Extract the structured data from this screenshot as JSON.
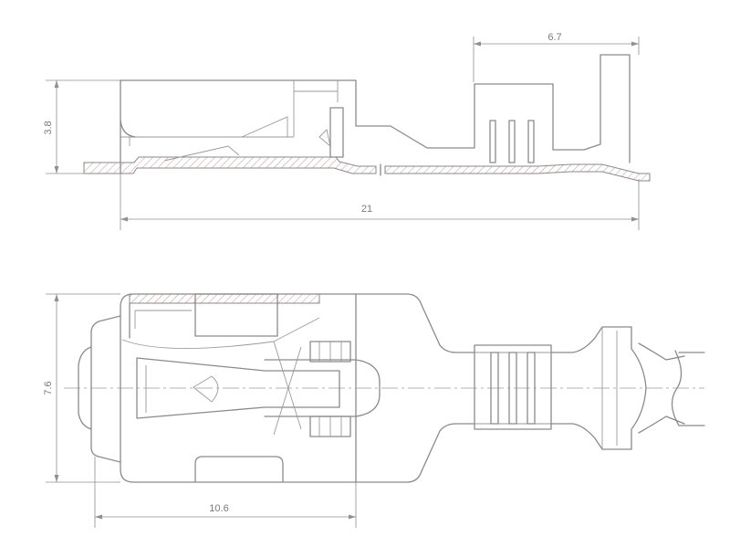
{
  "dimensions": {
    "top_width": "6.7",
    "height": "3.8",
    "overall_length": "21",
    "bottom_width": "7.6",
    "bottom_length": "10.6"
  },
  "colors": {
    "line": "#8a8a8a",
    "text": "#7a7a7a",
    "background": "#ffffff"
  }
}
